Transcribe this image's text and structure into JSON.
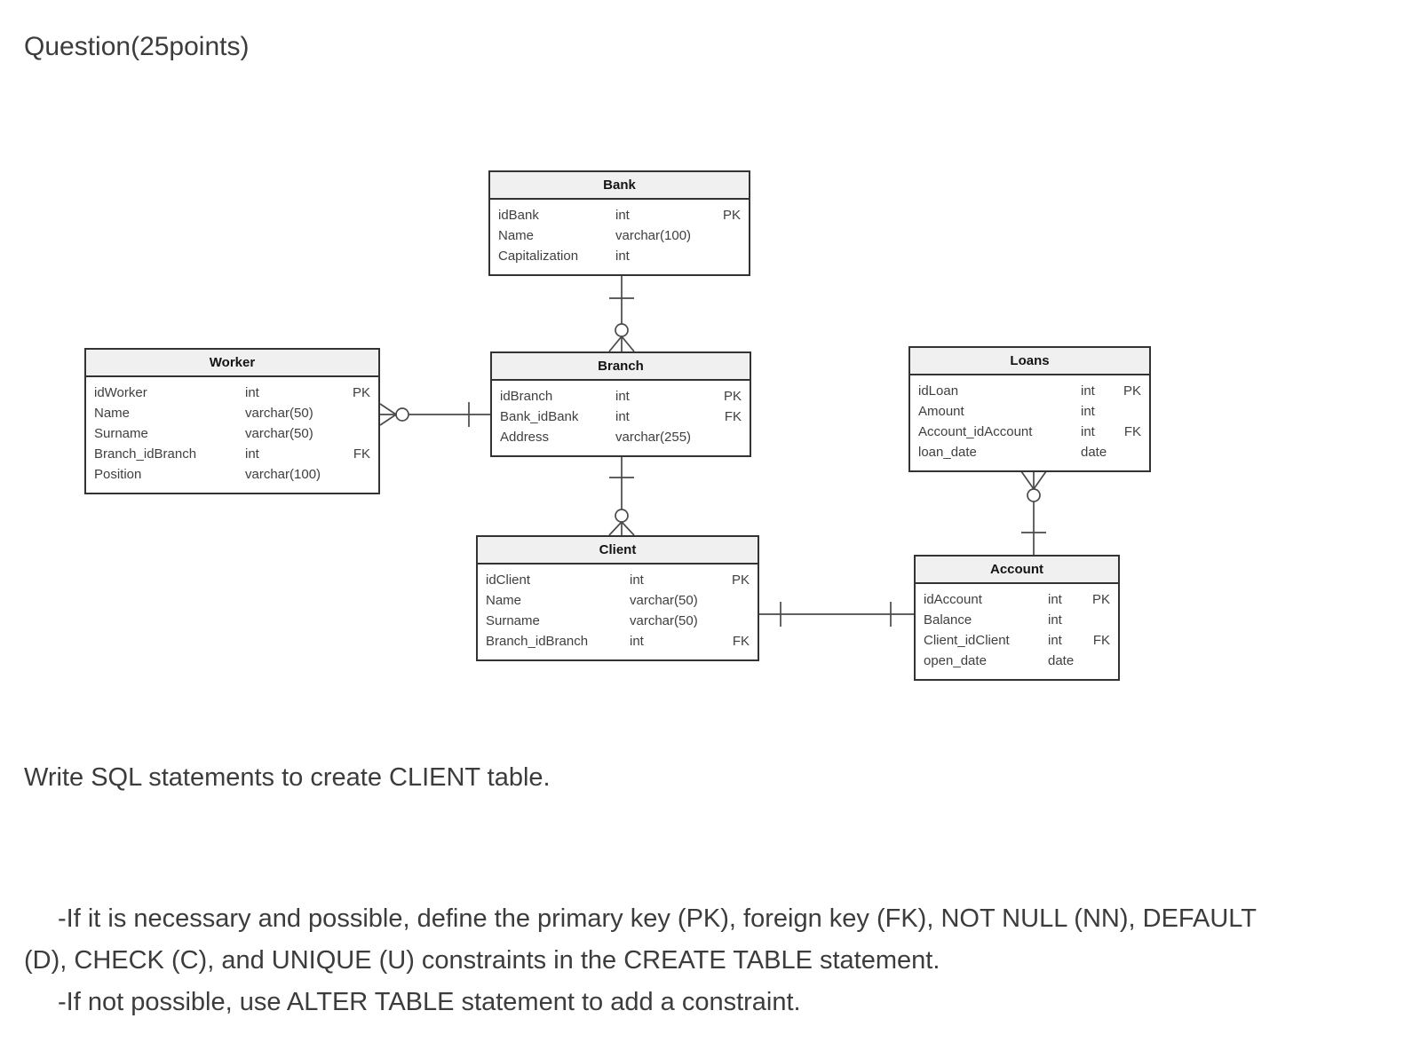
{
  "page": {
    "title": "Question(25points)",
    "task": "Write SQL statements to create CLIENT table.",
    "instructions": {
      "lines": [
        {
          "text": "-If it is necessary and possible, define the primary key (PK), foreign key (FK), NOT NULL (NN), DEFAULT",
          "indent": true
        },
        {
          "text": "(D), CHECK (C), and UNIQUE (U) constraints in the CREATE TABLE statement.",
          "indent": false
        },
        {
          "text": "-If not possible, use ALTER TABLE statement to add a constraint.",
          "indent": true
        }
      ]
    }
  },
  "diagram": {
    "notation": "crow's foot",
    "entities": {
      "bank": {
        "title": "Bank",
        "rows": [
          {
            "name": "idBank",
            "type": "int",
            "key": "PK"
          },
          {
            "name": "Name",
            "type": "varchar(100)",
            "key": ""
          },
          {
            "name": "Capitalization",
            "type": "int",
            "key": ""
          }
        ]
      },
      "worker": {
        "title": "Worker",
        "rows": [
          {
            "name": "idWorker",
            "type": "int",
            "key": "PK"
          },
          {
            "name": "Name",
            "type": "varchar(50)",
            "key": ""
          },
          {
            "name": "Surname",
            "type": "varchar(50)",
            "key": ""
          },
          {
            "name": "Branch_idBranch",
            "type": "int",
            "key": "FK"
          },
          {
            "name": "Position",
            "type": "varchar(100)",
            "key": ""
          }
        ]
      },
      "branch": {
        "title": "Branch",
        "rows": [
          {
            "name": "idBranch",
            "type": "int",
            "key": "PK"
          },
          {
            "name": "Bank_idBank",
            "type": "int",
            "key": "FK"
          },
          {
            "name": "Address",
            "type": "varchar(255)",
            "key": ""
          }
        ]
      },
      "loans": {
        "title": "Loans",
        "rows": [
          {
            "name": "idLoan",
            "type": "int",
            "key": "PK"
          },
          {
            "name": "Amount",
            "type": "int",
            "key": ""
          },
          {
            "name": "Account_idAccount",
            "type": "int",
            "key": "FK"
          },
          {
            "name": "loan_date",
            "type": "date",
            "key": ""
          }
        ]
      },
      "client": {
        "title": "Client",
        "rows": [
          {
            "name": "idClient",
            "type": "int",
            "key": "PK"
          },
          {
            "name": "Name",
            "type": "varchar(50)",
            "key": ""
          },
          {
            "name": "Surname",
            "type": "varchar(50)",
            "key": ""
          },
          {
            "name": "Branch_idBranch",
            "type": "int",
            "key": "FK"
          }
        ]
      },
      "account": {
        "title": "Account",
        "rows": [
          {
            "name": "idAccount",
            "type": "int",
            "key": "PK"
          },
          {
            "name": "Balance",
            "type": "int",
            "key": ""
          },
          {
            "name": "Client_idClient",
            "type": "int",
            "key": "FK"
          },
          {
            "name": "open_date",
            "type": "date",
            "key": ""
          }
        ]
      }
    },
    "relationships": [
      {
        "from": "Bank",
        "to": "Branch",
        "cardinality": "one to zero-or-many"
      },
      {
        "from": "Branch",
        "to": "Worker",
        "cardinality": "one to zero-or-many"
      },
      {
        "from": "Branch",
        "to": "Client",
        "cardinality": "one to zero-or-many"
      },
      {
        "from": "Account",
        "to": "Loans",
        "cardinality": "one to zero-or-many"
      },
      {
        "from": "Client",
        "to": "Account",
        "cardinality": "one to one"
      }
    ]
  }
}
